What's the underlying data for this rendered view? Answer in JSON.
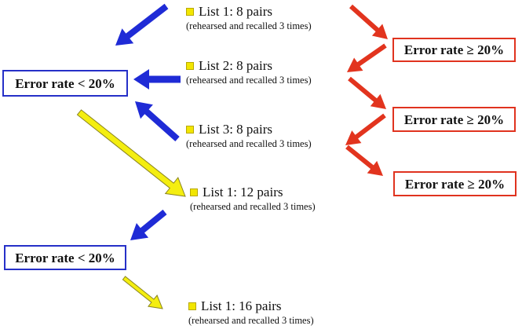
{
  "lists": [
    {
      "title": "List 1: 8 pairs",
      "note": "(rehearsed and recalled 3 times)"
    },
    {
      "title": "List 2: 8 pairs",
      "note": "(rehearsed and recalled 3 times)"
    },
    {
      "title": "List 3: 8 pairs",
      "note": "(rehearsed and recalled 3 times)"
    },
    {
      "title": "List 1: 12 pairs",
      "note": "(rehearsed and recalled 3 times)"
    },
    {
      "title": "List 1: 16 pairs",
      "note": "(rehearsed and recalled 3 times)"
    }
  ],
  "low_error_boxes": [
    "Error rate < 20%",
    "Error rate < 20%"
  ],
  "high_error_boxes": [
    "Error rate ≥ 20%",
    "Error rate ≥ 20%",
    "Error rate ≥ 20%"
  ],
  "colors": {
    "blue_arrow": "#1f2bd6",
    "red_arrow": "#e2341e",
    "yellow_arrow": "#f4ee10",
    "yellow_outline": "#8a8420",
    "blue_border": "#2630c8",
    "red_border": "#e0331f",
    "bullet": "#f2e600"
  }
}
